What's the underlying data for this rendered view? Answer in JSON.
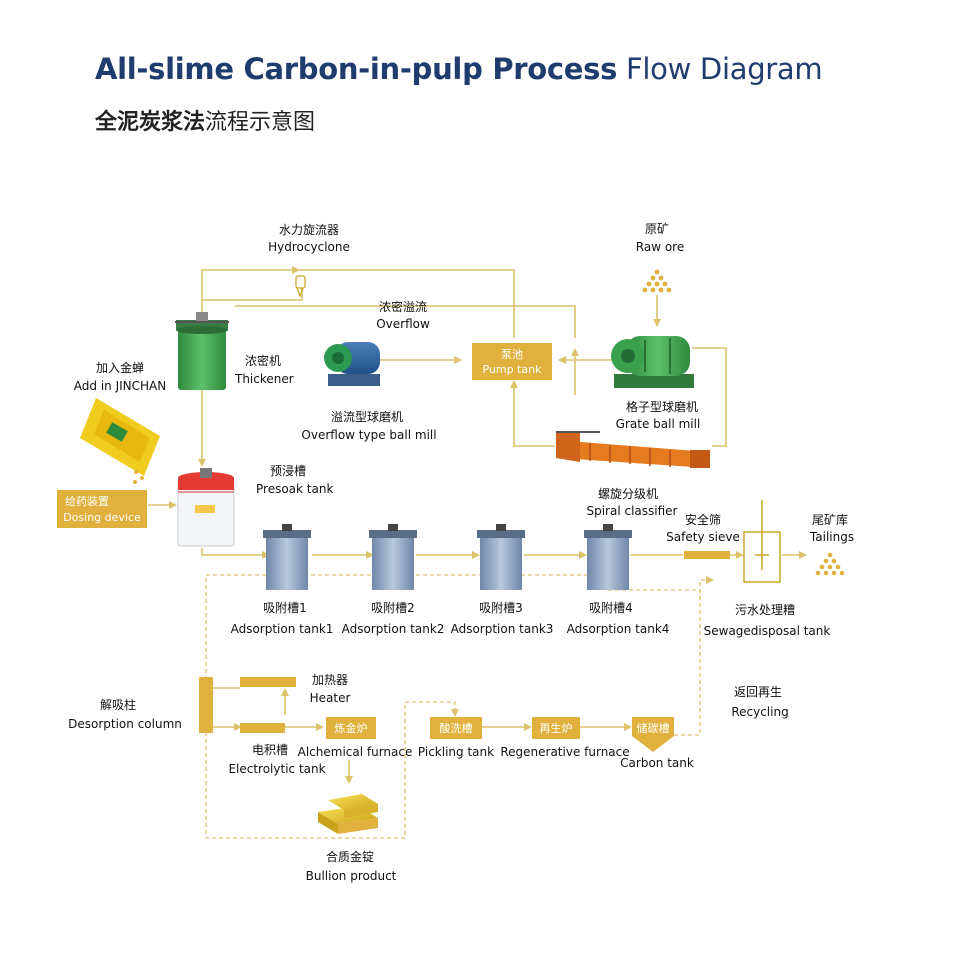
{
  "title": {
    "bold": "All-slime Carbon-in-pulp Process",
    "light": "Flow Diagram"
  },
  "subtitle": {
    "bold": "全泥炭浆法",
    "light": "流程示意图"
  },
  "colors": {
    "accent": "#e0b13c",
    "line": "#dcc26a",
    "title": "#1f3c6e",
    "equipment_green": "#3b9a4a",
    "tank_blue": "#8fa6c3"
  },
  "labels": {
    "hydrocyclone": {
      "cn": "水力旋流器",
      "en": "Hydrocyclone"
    },
    "raw_ore": {
      "cn": "原矿",
      "en": "Raw ore"
    },
    "overflow": {
      "cn": "浓密溢流",
      "en": "Overflow"
    },
    "thickener": {
      "cn": "浓密机",
      "en": "Thickener"
    },
    "add_jinchan": {
      "cn": "加入金蝉",
      "en": "Add in JINCHAN"
    },
    "overflow_mill": {
      "cn": "溢流型球磨机",
      "en": "Overflow type ball mill"
    },
    "grate_mill": {
      "cn": "格子型球磨机",
      "en": "Grate ball mill"
    },
    "presoak": {
      "cn": "预浸槽",
      "en": "Presoak tank"
    },
    "spiral": {
      "cn": "螺旋分级机",
      "en": "Spiral classifier"
    },
    "safety_sieve": {
      "cn": "安全筛",
      "en": "Safety sieve"
    },
    "tailings": {
      "cn": "尾矿库",
      "en": "Tailings"
    },
    "sewage": {
      "cn": "污水处理糟",
      "en": "Sewagedisposal tank"
    },
    "adsorption": [
      {
        "cn": "吸附槽1",
        "en": "Adsorption tank1"
      },
      {
        "cn": "吸附槽2",
        "en": "Adsorption tank2"
      },
      {
        "cn": "吸附槽3",
        "en": "Adsorption tank3"
      },
      {
        "cn": "吸附槽4",
        "en": "Adsorption tank4"
      }
    ],
    "desorption": {
      "cn": "解吸柱",
      "en": "Desorption column"
    },
    "heater": {
      "cn": "加热器",
      "en": "Heater"
    },
    "electrolytic": {
      "cn": "电积槽",
      "en": "Electrolytic  tank"
    },
    "alchemical": {
      "en": "Alchemical furnace"
    },
    "pickling": {
      "en": "Pickling tank"
    },
    "regenerative": {
      "en": "Regenerative furnace"
    },
    "carbon_tank": {
      "en": "Carbon tank"
    },
    "recycling": {
      "cn": "返回再生",
      "en": "Recycling"
    },
    "bullion": {
      "cn": "合质金锭",
      "en": "Bullion product"
    }
  },
  "boxes": {
    "pump_tank": {
      "cn": "泵池",
      "en": "Pump tank"
    },
    "dosing": {
      "cn": "给药装置",
      "en": "Dosing device"
    },
    "alchemical": "炼金炉",
    "pickling": "酸洗槽",
    "regenerative": "再生炉",
    "carbon": "储碳槽"
  }
}
